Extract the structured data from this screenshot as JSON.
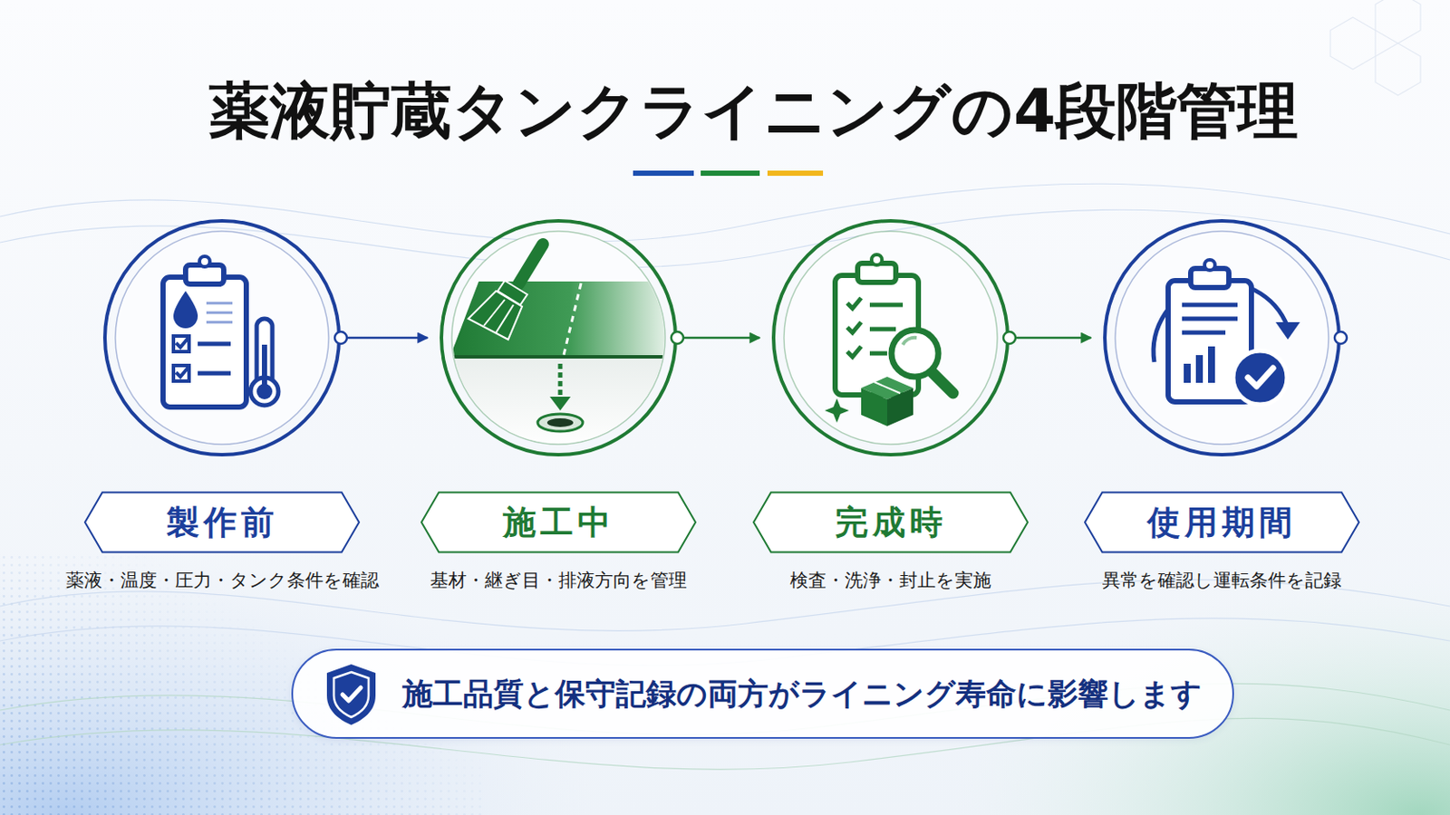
{
  "diagram": {
    "title": "薬液貯蔵タンクライニングの4段階管理",
    "nodes": [
      {
        "text": [
          "製作前",
          "薬液・温度・圧力・タンク条件を確認"
        ]
      },
      {
        "text": [
          "施工中",
          "基材・継ぎ目・排液方向を管理"
        ]
      },
      {
        "text": [
          "完成時",
          "検査・洗浄・封止を実施"
        ]
      },
      {
        "text": [
          "使用期間",
          "異常を確認し運転条件を記録"
        ]
      },
      {
        "text": [
          "施工品質と保守記録の両方がライニング寿命に影響します"
        ]
      }
    ],
    "edges": [
      {
        "from": 0,
        "to": 1,
        "arrow": "to"
      },
      {
        "from": 1,
        "to": 2,
        "arrow": "to"
      },
      {
        "from": 2,
        "to": 3,
        "arrow": "to"
      }
    ]
  }
}
